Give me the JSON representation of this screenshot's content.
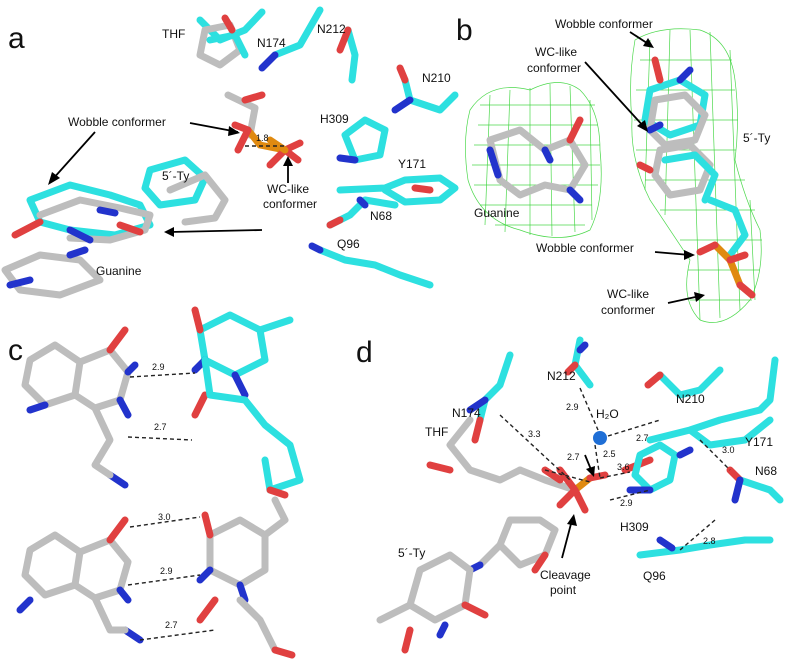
{
  "panels": {
    "a": {
      "letter": "a",
      "labels": {
        "thf": "THF",
        "n174": "N174",
        "n212": "N212",
        "n210": "N210",
        "h309": "H309",
        "y171": "Y171",
        "n68": "N68",
        "q96": "Q96",
        "ty": "5´-Ty",
        "guanine": "Guanine",
        "wobble": "Wobble conformer",
        "wclike_1": "WC-like",
        "wclike_2": "conformer",
        "dist": "1.8"
      }
    },
    "b": {
      "letter": "b",
      "labels": {
        "wobble_top": "Wobble conformer",
        "wclike_1": "WC-like",
        "wclike_2": "conformer",
        "ty": "5´-Ty",
        "guanine": "Guanine",
        "wobble_bottom": "Wobble conformer",
        "wclike_b1": "WC-like",
        "wclike_b2": "conformer"
      }
    },
    "c": {
      "letter": "c",
      "top_distances": [
        "2.9",
        "2.7"
      ],
      "bottom_distances": [
        "3.0",
        "2.9",
        "2.7"
      ]
    },
    "d": {
      "letter": "d",
      "labels": {
        "n212": "N212",
        "n174": "N174",
        "n210": "N210",
        "water": "H₂O",
        "y171": "Y171",
        "thf": "THF",
        "n68": "N68",
        "h309": "H309",
        "ty": "5´-Ty",
        "cleavage_1": "Cleavage",
        "cleavage_2": "point",
        "q96": "Q96"
      },
      "distances": [
        "2.9",
        "3.3",
        "2.7",
        "2.5",
        "2.7",
        "3.6",
        "3.0",
        "2.9",
        "2.8"
      ]
    }
  },
  "colors": {
    "carbon_cyan": "#2de0e0",
    "carbon_grey": "#bdbdbd",
    "nitrogen": "#2233cc",
    "oxygen": "#e04040",
    "phosphorus": "#e08a10",
    "density_mesh": "#39d439",
    "water": "#1f6fd6"
  }
}
